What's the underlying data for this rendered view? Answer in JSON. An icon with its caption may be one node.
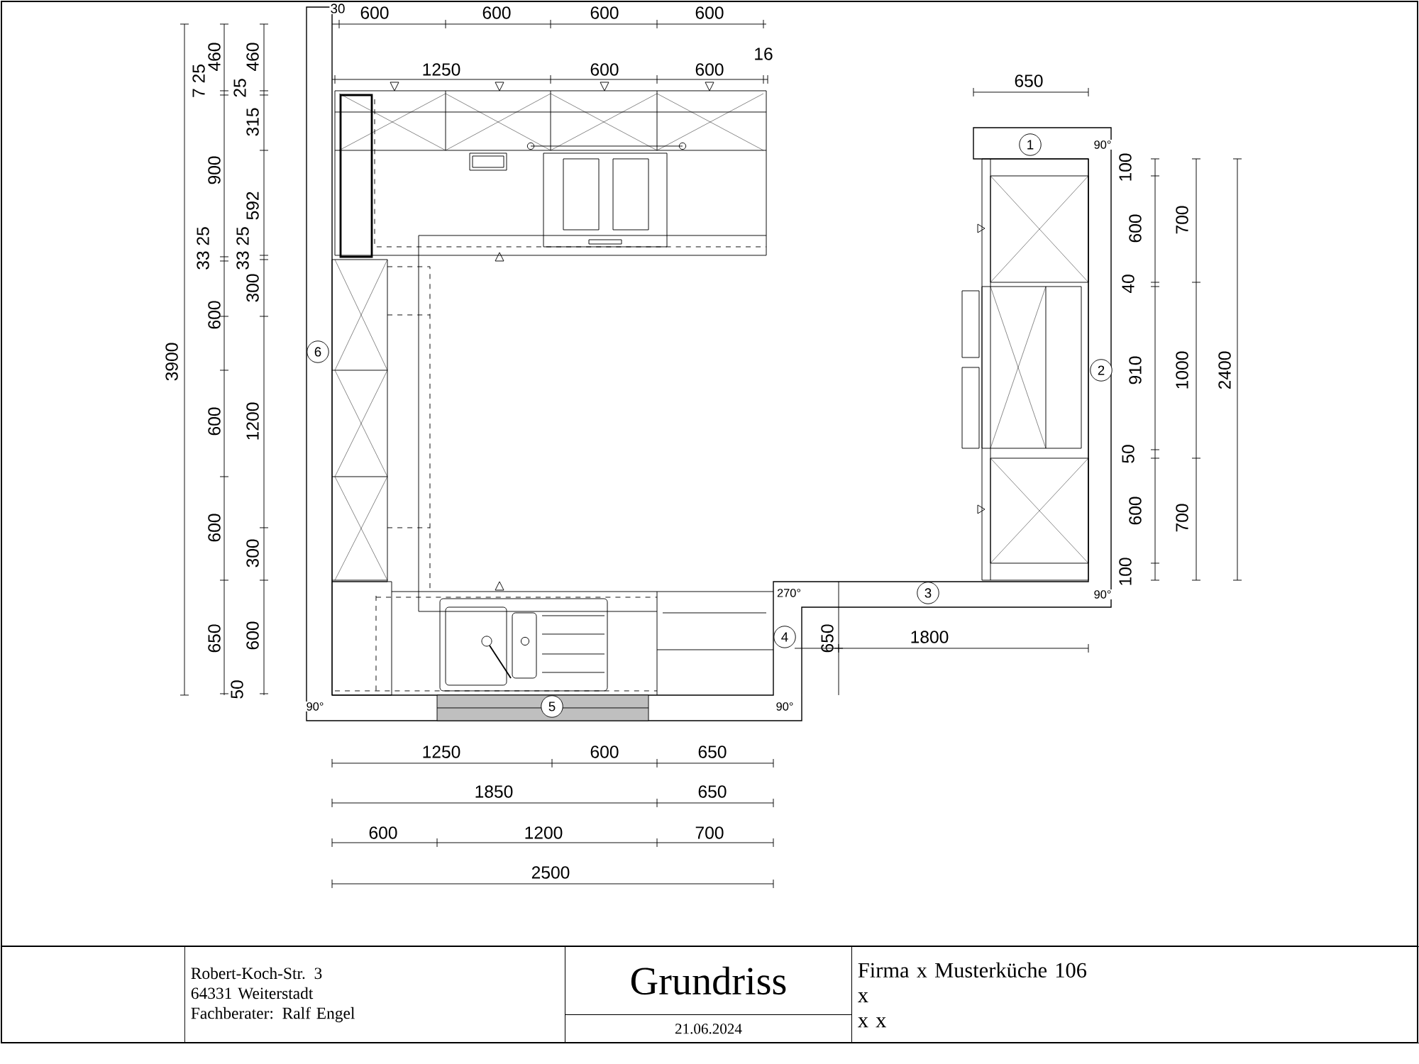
{
  "diagram": {
    "nodes": [
      {
        "text": [
          "1"
        ]
      },
      {
        "text": [
          "6"
        ]
      },
      {
        "text": [
          "2"
        ]
      },
      {
        "text": [
          "3"
        ]
      },
      {
        "text": [
          "4"
        ]
      },
      {
        "text": [
          "5"
        ]
      },
      {
        "text": [
          "Robert-Koch-Str. 3",
          "64331 Weiterstadt",
          "Fachberater: Ralf Engel"
        ]
      },
      {
        "text": [
          "Grundriss"
        ]
      },
      {
        "text": [
          "21.06.2024"
        ]
      },
      {
        "text": [
          "Firma x Musterküche 106",
          "x",
          "x x"
        ]
      }
    ],
    "labels": [
      "30",
      "600",
      "600",
      "600",
      "600",
      "1250",
      "600",
      "600",
      "16",
      "650",
      "90°",
      "460",
      "460",
      "7 25",
      "25",
      "315",
      "900",
      "592",
      "33 25",
      "33 25",
      "300",
      "600",
      "3900",
      "600",
      "1200",
      "100",
      "600",
      "700",
      "40",
      "910",
      "1000",
      "2400",
      "50",
      "600",
      "700",
      "100",
      "600",
      "300",
      "270°",
      "90°",
      "650",
      "600",
      "650",
      "1800",
      "50",
      "90°",
      "90°",
      "1250",
      "600",
      "650",
      "1850",
      "650",
      "600",
      "1200",
      "700",
      "2500"
    ]
  }
}
